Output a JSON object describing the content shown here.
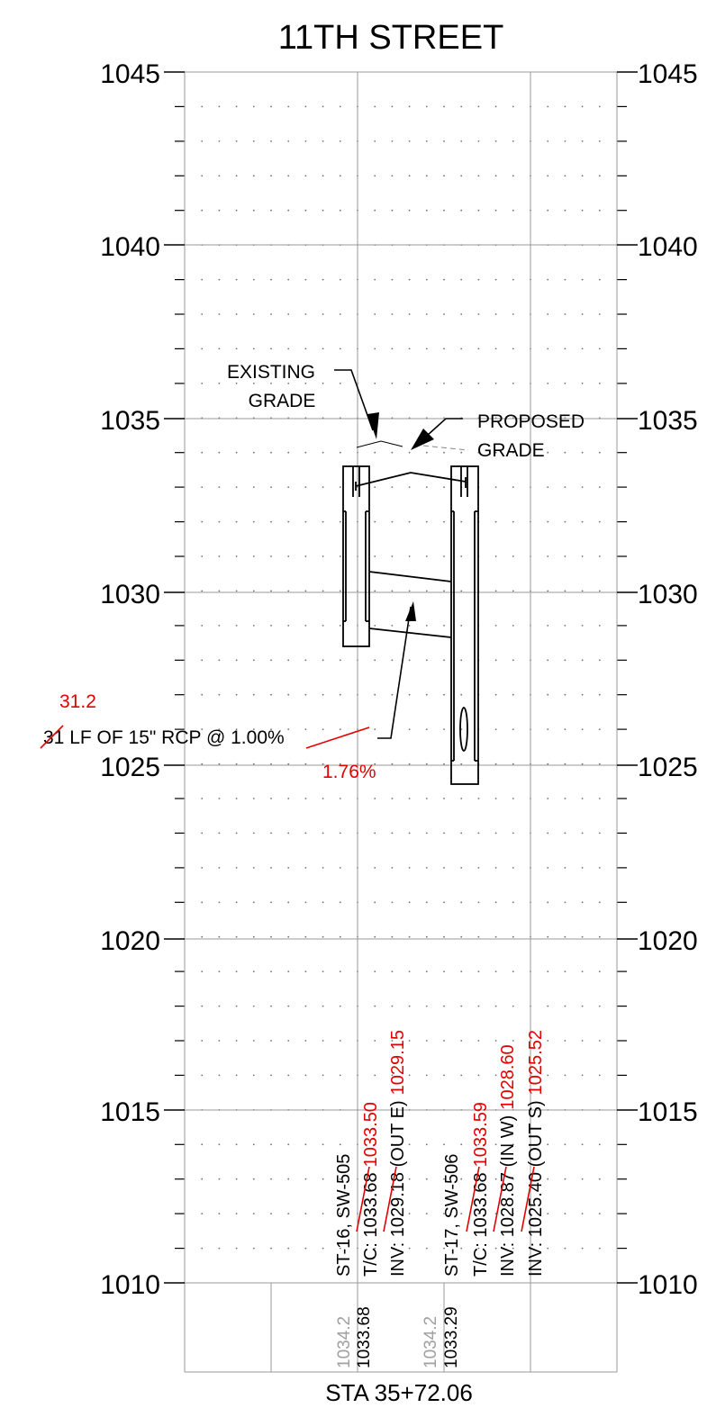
{
  "title": "11TH STREET",
  "station": "STA 35+72.06",
  "elevations": {
    "left": [
      "1045",
      "1040",
      "1035",
      "1030",
      "1025",
      "1020",
      "1015",
      "1010"
    ],
    "right": [
      "1045",
      "1040",
      "1035",
      "1030",
      "1025",
      "1020",
      "1015",
      "1010"
    ]
  },
  "callouts": {
    "existing_grade": [
      "EXISTING",
      "GRADE"
    ],
    "proposed_grade": [
      "PROPOSED",
      "GRADE"
    ],
    "pipe": {
      "length_old": "31",
      "text": " LF OF 15\" RCP @ ",
      "slope_old": "1.00%",
      "length_new": "31.2",
      "slope_new": "1.76%"
    }
  },
  "structures": [
    {
      "name": "ST-16, SW-505",
      "tc_label": "T/C: ",
      "tc_old": "1033.68",
      "tc_new": "1033.50",
      "inv_label": "INV: ",
      "inv_old": "1029.18",
      "inv_suffix": " (OUT E)",
      "inv_new": "1029.15"
    },
    {
      "name": "ST-17, SW-506",
      "tc_label": "T/C: ",
      "tc_old": "1033.68",
      "tc_new": "1033.59",
      "inv1_label": "INV: ",
      "inv1_old": "1028.87",
      "inv1_suffix": " (IN W)",
      "inv1_new": "1028.60",
      "inv2_label": "INV: ",
      "inv2_old": "1025.40",
      "inv2_suffix": " (OUT S)",
      "inv2_new": "1025.52"
    }
  ],
  "bottom_labels": {
    "existing_1": "1034.2",
    "proposed_1": "1033.68",
    "existing_2": "1034.2",
    "proposed_2": "1033.29"
  },
  "colors": {
    "markup": "#e00000",
    "line": "#000000",
    "grid": "#9a9a9a",
    "faint": "#a0a0a0"
  }
}
